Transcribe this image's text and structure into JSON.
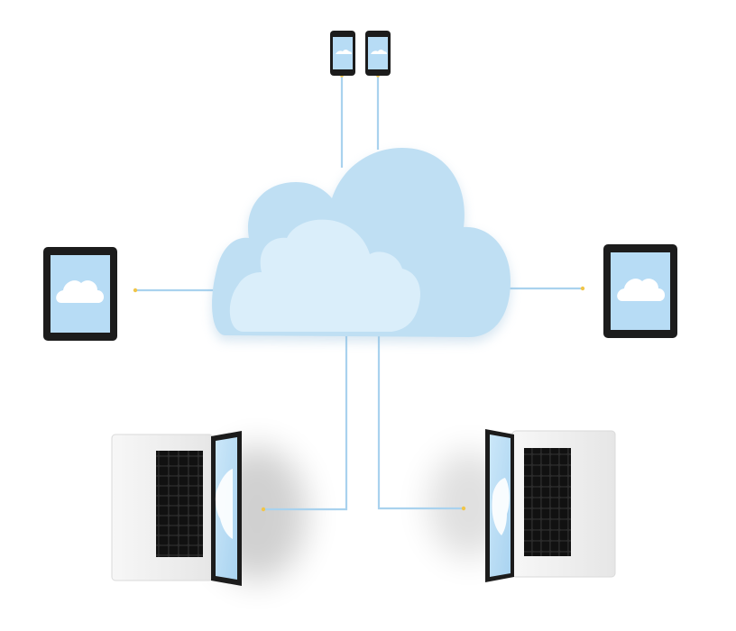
{
  "scene": {
    "background": "#ffffff",
    "cloud_back_color": "#bfdff3",
    "cloud_front_color": "#daeefa",
    "cable_color": "#a9d2ee",
    "connector_color": "#f0c54a",
    "device_frame_color": "#1c1c1c",
    "screen_color": "#b7dcf5",
    "laptop_body_color": "#f1f1f1",
    "keyboard_color": "#1e1e1e",
    "devices": [
      {
        "kind": "smartphone",
        "icon": "smartphone-icon"
      },
      {
        "kind": "smartphone",
        "icon": "smartphone-icon"
      },
      {
        "kind": "tablet",
        "icon": "tablet-icon"
      },
      {
        "kind": "tablet",
        "icon": "tablet-icon"
      },
      {
        "kind": "laptop",
        "icon": "laptop-icon"
      },
      {
        "kind": "laptop",
        "icon": "laptop-icon"
      }
    ]
  }
}
